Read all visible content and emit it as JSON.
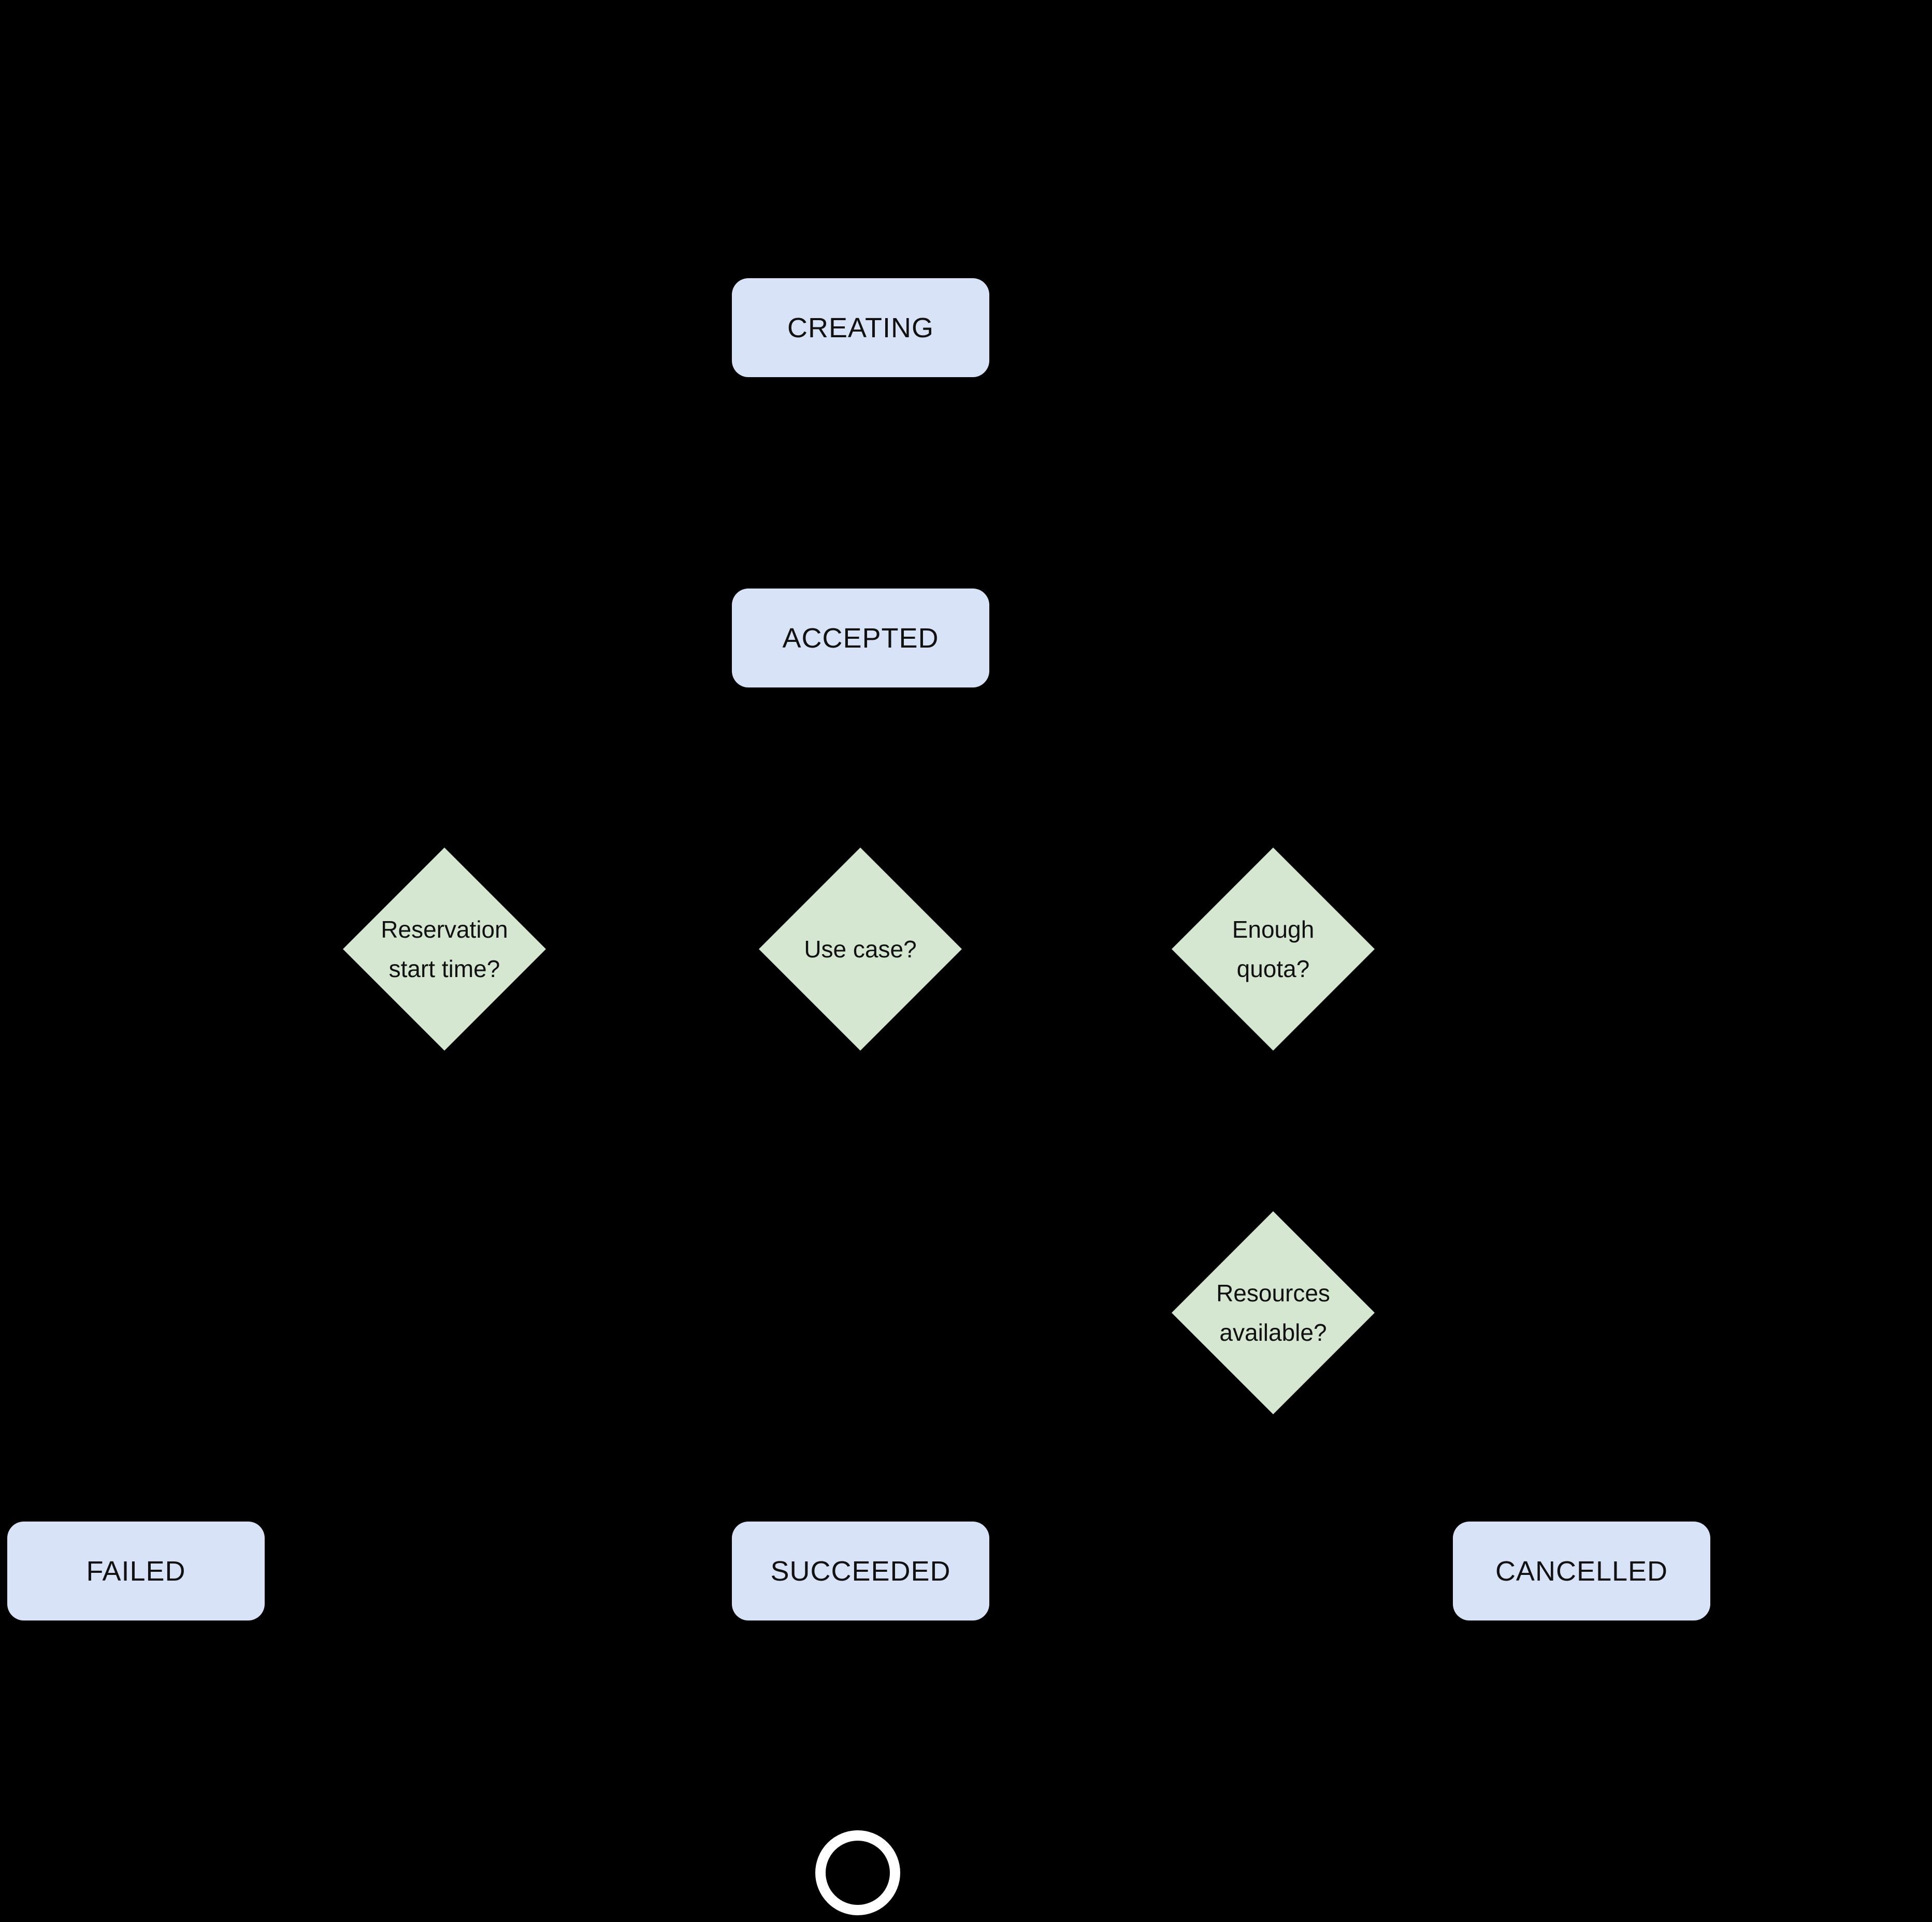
{
  "colors": {
    "background": "#000000",
    "state_fill": "#d8e3f7",
    "decision_fill": "#d5e6d1",
    "text_color": "#111111",
    "end_circle_color": "#ffffff"
  },
  "nodes": {
    "creating": {
      "label": "CREATING"
    },
    "accepted": {
      "label": "ACCEPTED"
    },
    "failed": {
      "label": "FAILED"
    },
    "succeeded": {
      "label": "SUCCEEDED"
    },
    "cancelled": {
      "label": "CANCELLED"
    }
  },
  "decisions": {
    "reservation_start_time": {
      "line1": "Reservation",
      "line2": "start time?"
    },
    "use_case": {
      "line1": "Use case?",
      "line2": ""
    },
    "enough_quota": {
      "line1": "Enough",
      "line2": "quota?"
    },
    "resources_available": {
      "line1": "Resources",
      "line2": "available?"
    }
  },
  "end_marker": {
    "type": "end-state-circle"
  }
}
